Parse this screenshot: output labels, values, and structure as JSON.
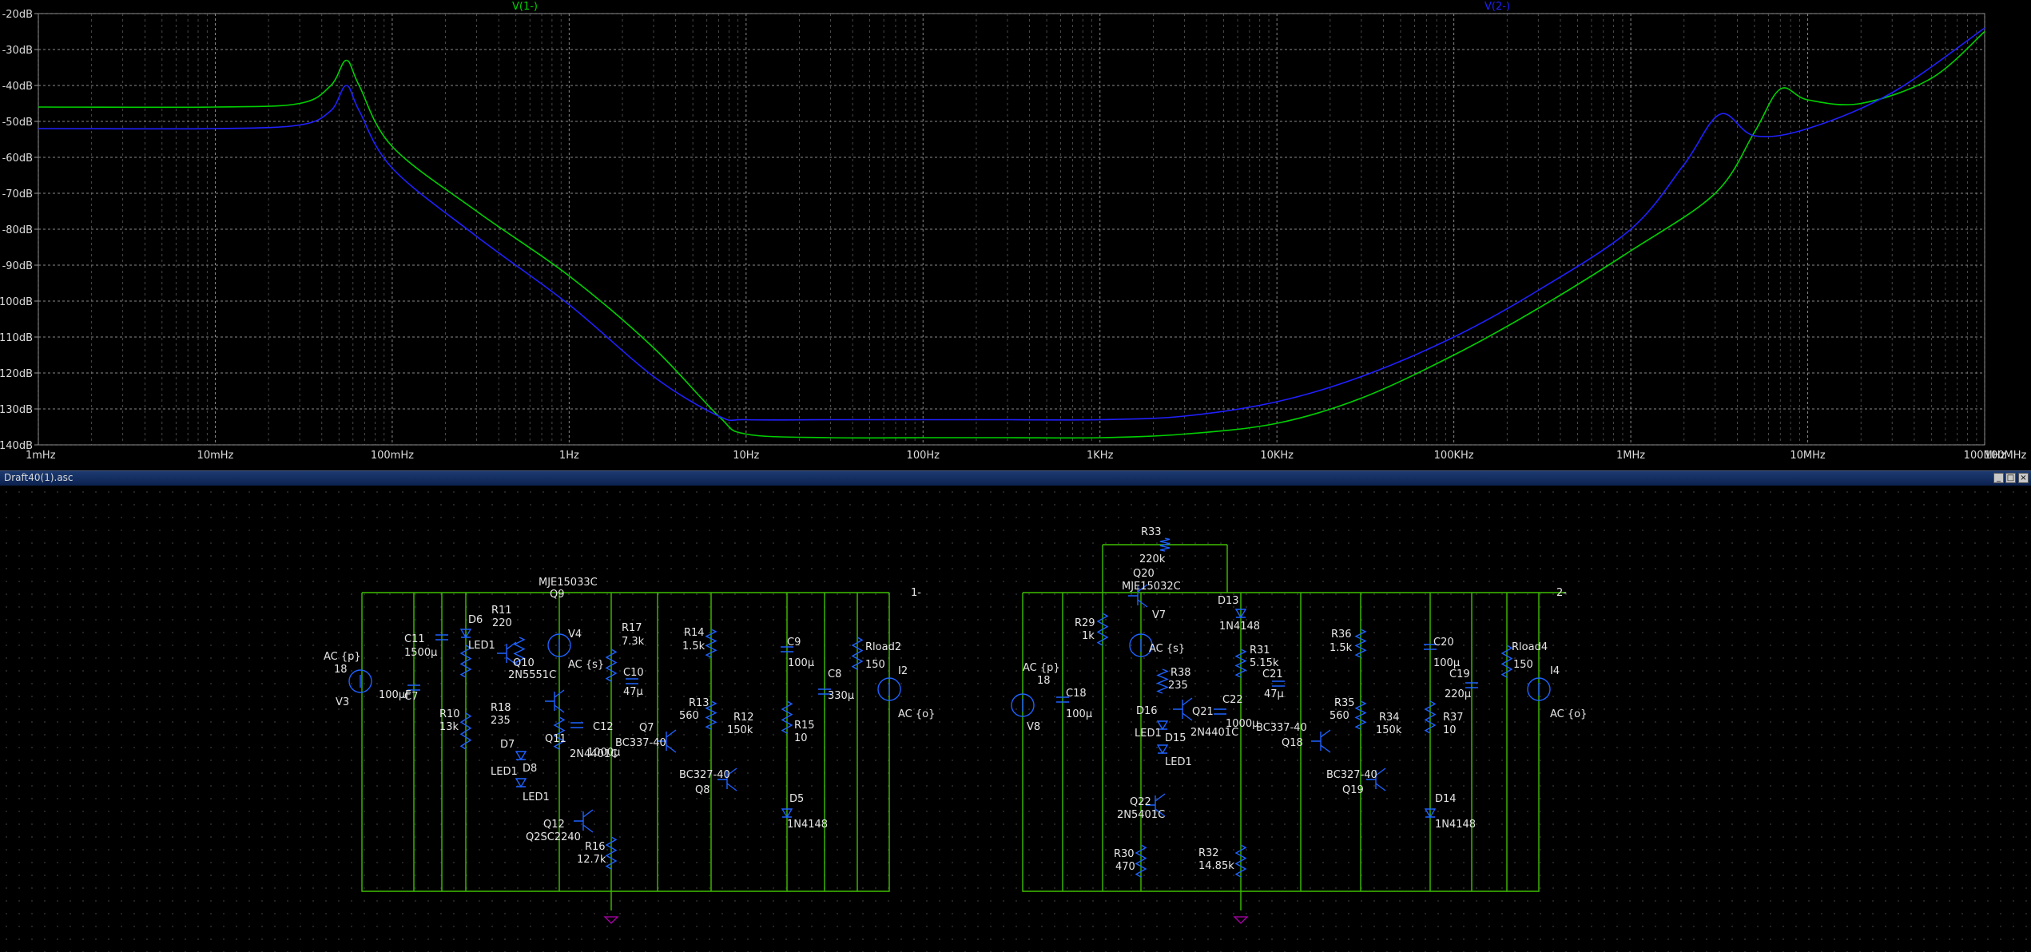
{
  "plot": {
    "traces": [
      {
        "name": "V(1-)",
        "color": "#00d000"
      },
      {
        "name": "V(2-)",
        "color": "#2020ff"
      }
    ],
    "y_ticks": [
      "-20dB",
      "-30dB",
      "-40dB",
      "-50dB",
      "-60dB",
      "-70dB",
      "-80dB",
      "-90dB",
      "-100dB",
      "-110dB",
      "-120dB",
      "-130dB",
      "-140dB"
    ],
    "x_ticks": [
      "1mHz",
      "10mHz",
      "100mHz",
      "1Hz",
      "10Hz",
      "100Hz",
      "1KHz",
      "10KHz",
      "100KHz",
      "1MHz",
      "10MHz",
      "100MHz"
    ]
  },
  "chart_data": {
    "type": "line",
    "xlabel": "",
    "ylabel": "",
    "x_scale": "log",
    "xlim": [
      "1mHz",
      "100MHz"
    ],
    "ylim": [
      -140,
      -20
    ],
    "grid": true,
    "series": [
      {
        "name": "V(1-)",
        "color": "#00d000",
        "x": [
          0.001,
          0.01,
          0.03,
          0.045,
          0.055,
          0.065,
          0.1,
          0.3,
          1,
          3,
          7,
          10,
          30,
          100,
          300,
          1000,
          3000,
          10000,
          30000,
          100000,
          300000,
          1000000,
          3000000,
          5000000,
          7000000,
          10000000,
          20000000,
          50000000,
          100000000
        ],
        "y": [
          -46,
          -46,
          -45,
          -40,
          -33,
          -40,
          -57,
          -75,
          -93,
          -113,
          -132,
          -137,
          -138,
          -138,
          -138,
          -138,
          -137,
          -134,
          -127,
          -115,
          -102,
          -86,
          -70,
          -53,
          -41,
          -44,
          -45,
          -38,
          -25
        ]
      },
      {
        "name": "V(2-)",
        "color": "#2020ff",
        "x": [
          0.001,
          0.01,
          0.03,
          0.045,
          0.055,
          0.065,
          0.1,
          0.3,
          1,
          3,
          7,
          10,
          30,
          100,
          300,
          1000,
          3000,
          10000,
          30000,
          100000,
          300000,
          1000000,
          2000000,
          3200000,
          5000000,
          10000000,
          30000000,
          100000000
        ],
        "y": [
          -52,
          -52,
          -51,
          -47,
          -40,
          -47,
          -63,
          -82,
          -101,
          -121,
          -132,
          -133,
          -133,
          -133,
          -133,
          -133,
          -132,
          -128,
          -121,
          -110,
          -97,
          -80,
          -62,
          -48,
          -54,
          -52,
          -42,
          -24
        ]
      }
    ]
  },
  "window": {
    "title": "Draft40(1).asc"
  },
  "schematic": {
    "labels": [
      "AC {p}",
      "18",
      "V3",
      "C7",
      "100µF",
      "C11",
      "1500µ",
      "R10",
      "13k",
      "D6",
      "LED1",
      "R11",
      "220",
      "Q10",
      "2N5551C",
      "MJE15033C",
      "Q9",
      "V4",
      "AC {s}",
      "R18",
      "235",
      "Q11",
      "2N4401C",
      "C12",
      "1000µ",
      "D7",
      "LED1",
      "D8",
      "LED1",
      "Q12",
      "Q2SC2240",
      "R16",
      "12.7k",
      "R17",
      "7.3k",
      "C10",
      "47µ",
      "Q7",
      "BC337-40",
      "R14",
      "1.5k",
      "R13",
      "560",
      "R12",
      "150k",
      "BC327-40",
      "Q8",
      "C9",
      "100µ",
      "R15",
      "10",
      "D5",
      "1N4148",
      "C8",
      "330µ",
      "Rload2",
      "150",
      "I2",
      "AC {o}",
      "1-",
      "R33",
      "220k",
      "Q20",
      "MJE15032C",
      "V7",
      "AC {s}",
      "D13",
      "1N4148",
      "R29",
      "1k",
      "AC {p}",
      "18",
      "V8",
      "C18",
      "100µ",
      "R38",
      "235",
      "D16",
      "LED1",
      "D15",
      "LED1",
      "Q21",
      "2N4401C",
      "C22",
      "1000µ",
      "R31",
      "5.15k",
      "C21",
      "47µ",
      "Q22",
      "2N5401C",
      "R30",
      "470",
      "R32",
      "14.85k",
      "R36",
      "1.5k",
      "R35",
      "560",
      "R34",
      "150k",
      "BC337-40",
      "Q18",
      "BC327-40",
      "Q19",
      "C20",
      "100µ",
      "C19",
      "220µ",
      "R37",
      "10",
      "D14",
      "1N4148",
      "Rload4",
      "150",
      "I4",
      "AC {o}",
      "2-"
    ]
  }
}
